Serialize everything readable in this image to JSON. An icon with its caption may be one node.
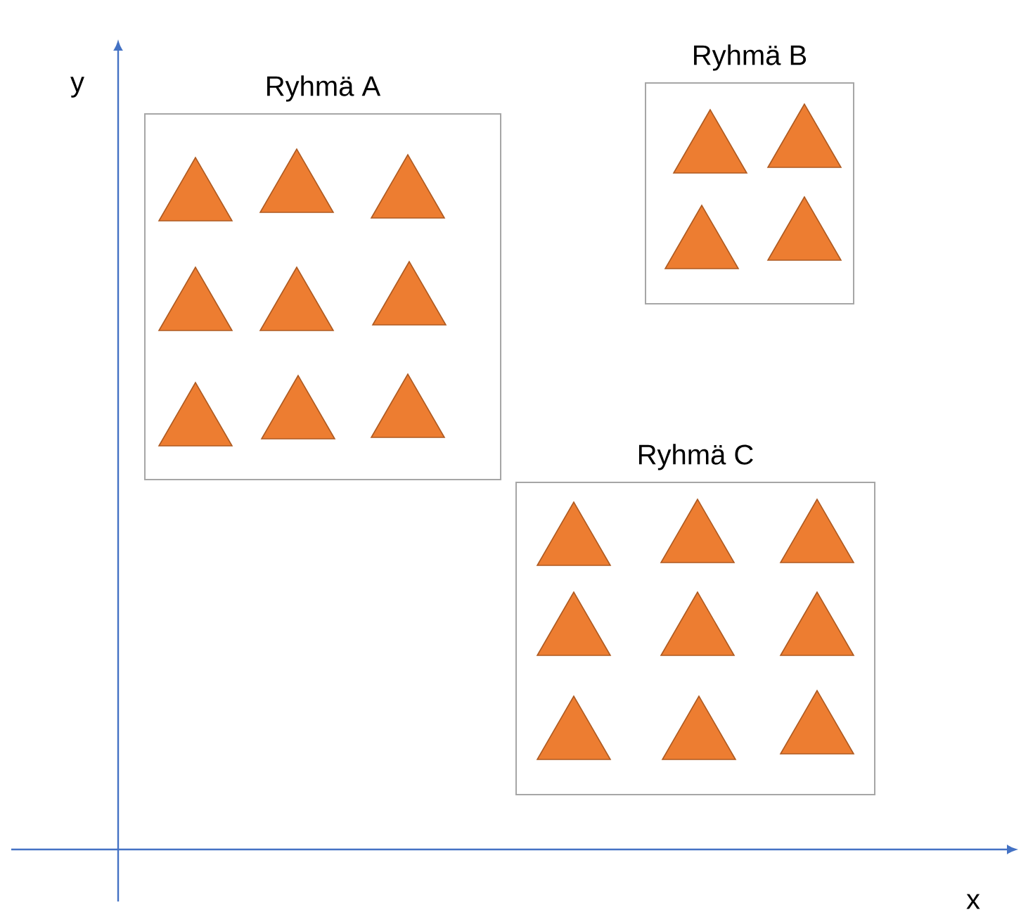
{
  "diagram": {
    "nodes": [
      {
        "text": [
          "Ryhmä A"
        ]
      },
      {
        "text": [],
        "shape": "triangle",
        "in": 0
      },
      {
        "text": [],
        "shape": "triangle",
        "in": 0
      },
      {
        "text": [],
        "shape": "triangle",
        "in": 0
      },
      {
        "text": [],
        "shape": "triangle",
        "in": 0
      },
      {
        "text": [],
        "shape": "triangle",
        "in": 0
      },
      {
        "text": [],
        "shape": "triangle",
        "in": 0
      },
      {
        "text": [],
        "shape": "triangle",
        "in": 0
      },
      {
        "text": [],
        "shape": "triangle",
        "in": 0
      },
      {
        "text": [],
        "shape": "triangle",
        "in": 0
      },
      {
        "text": [
          "Ryhmä B"
        ]
      },
      {
        "text": [],
        "shape": "triangle",
        "in": 10
      },
      {
        "text": [],
        "shape": "triangle",
        "in": 10
      },
      {
        "text": [],
        "shape": "triangle",
        "in": 10
      },
      {
        "text": [],
        "shape": "triangle",
        "in": 10
      },
      {
        "text": [
          "Ryhmä C"
        ]
      },
      {
        "text": [],
        "shape": "triangle",
        "in": 15
      },
      {
        "text": [],
        "shape": "triangle",
        "in": 15
      },
      {
        "text": [],
        "shape": "triangle",
        "in": 15
      },
      {
        "text": [],
        "shape": "triangle",
        "in": 15
      },
      {
        "text": [],
        "shape": "triangle",
        "in": 15
      },
      {
        "text": [],
        "shape": "triangle",
        "in": 15
      },
      {
        "text": [],
        "shape": "triangle",
        "in": 15
      },
      {
        "text": [],
        "shape": "triangle",
        "in": 15
      },
      {
        "text": [],
        "shape": "triangle",
        "in": 15
      }
    ],
    "labels": [
      "y",
      "x"
    ]
  }
}
